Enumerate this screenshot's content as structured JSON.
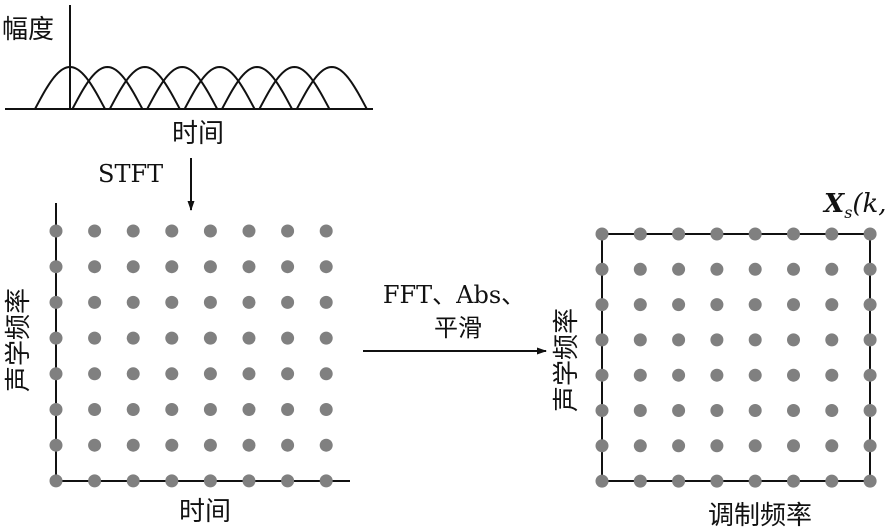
{
  "colors": {
    "ink": "#111111",
    "dot": "#808080",
    "background": "#ffffff"
  },
  "top_panel": {
    "y_label": "幅度",
    "x_label": "时间",
    "window_count": 8
  },
  "stft_label": "STFT",
  "left_grid": {
    "y_label": "声学频率",
    "x_label": "时间",
    "rows": 8,
    "cols": 8
  },
  "transform_label_line1": "FFT、Abs、",
  "transform_label_line2": "平滑",
  "right_grid": {
    "y_label": "声学频率",
    "x_label": "调制频率",
    "rows": 8,
    "cols": 8,
    "symbol": {
      "main": "X",
      "sub": "s",
      "args": "(k,i)"
    }
  }
}
